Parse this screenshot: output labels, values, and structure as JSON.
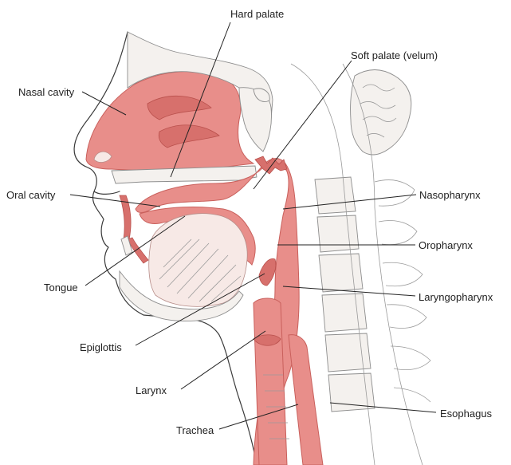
{
  "figure": {
    "colors": {
      "airway": "#e88e8a",
      "airway_dark": "#d7706c",
      "outline": "#3a3a3a",
      "bone": "#f4f1ee",
      "label": "#222222"
    },
    "labels": {
      "hard_palate": "Hard palate",
      "soft_palate": "Soft palate (velum)",
      "nasal_cavity": "Nasal cavity",
      "oral_cavity": "Oral cavity",
      "nasopharynx": "Nasopharynx",
      "oropharynx": "Oropharynx",
      "tongue": "Tongue",
      "laryngopharynx": "Laryngopharynx",
      "epiglottis": "Epiglottis",
      "larynx": "Larynx",
      "esophagus": "Esophagus",
      "trachea": "Trachea"
    }
  }
}
